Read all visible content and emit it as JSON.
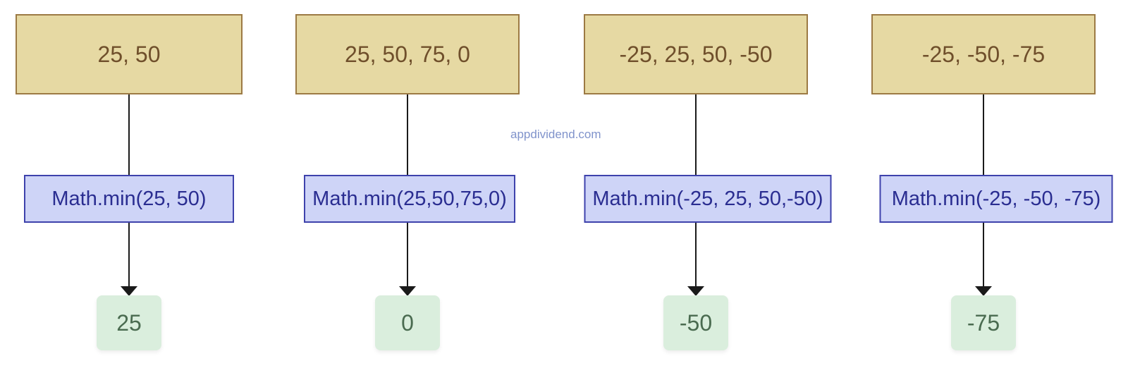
{
  "diagram": {
    "watermark": "appdividend.com",
    "columns": [
      {
        "input": "25, 50",
        "call": "Math.min(25, 50)",
        "result": "25"
      },
      {
        "input": "25, 50, 75, 0",
        "call": "Math.min(25,50,75,0)",
        "result": "0"
      },
      {
        "input": "-25, 25, 50, -50",
        "call": "Math.min(-25, 25, 50,-50)",
        "result": "-50"
      },
      {
        "input": "-25, -50, -75",
        "call": "Math.min(-25, -50, -75)",
        "result": "-75"
      }
    ],
    "colors": {
      "input_bg": "#e6d9a3",
      "input_border": "#9c7a44",
      "input_text": "#6f4f2b",
      "call_bg": "#ced4f7",
      "call_border": "#3e42ac",
      "call_text": "#2a2d91",
      "result_bg": "#daeedd",
      "result_text": "#4a6b50",
      "connector": "#1a1a1a",
      "watermark_text": "#8093cb",
      "background": "#ffffff"
    }
  }
}
